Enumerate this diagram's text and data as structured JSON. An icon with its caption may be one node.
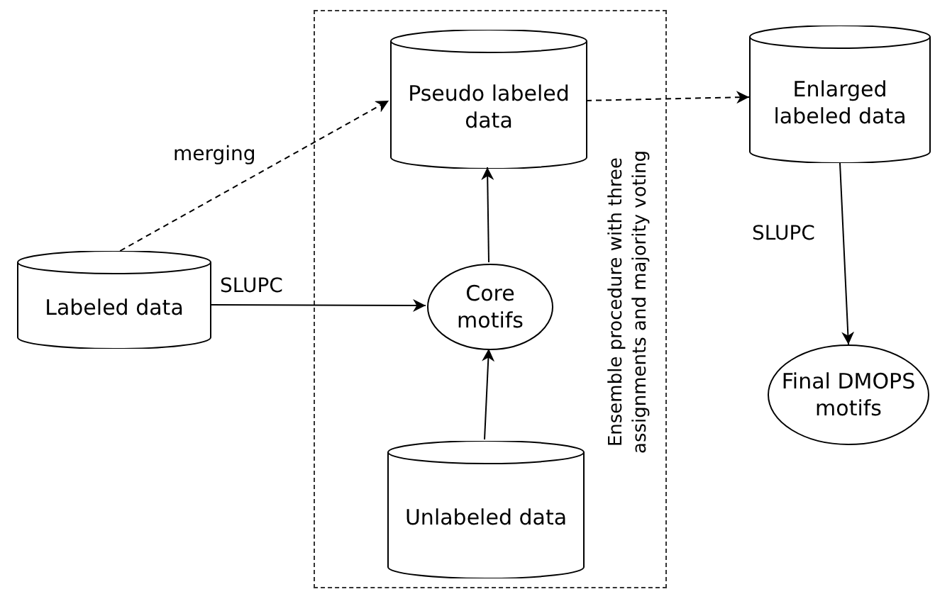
{
  "diagram": {
    "nodes": [
      {
        "text": [
          "Labeled data"
        ]
      },
      {
        "text": [
          "Ensemble procedure with three assignments and majority voting"
        ]
      },
      {
        "text": [
          "Pseudo labeled data"
        ],
        "in": 1
      },
      {
        "text": [
          "Core motifs"
        ],
        "in": 1
      },
      {
        "text": [
          "Unlabeled data"
        ],
        "in": 1
      },
      {
        "text": [
          "Enlarged labeled data"
        ]
      },
      {
        "text": [
          "Final DMOPS motifs"
        ]
      }
    ],
    "edges": [
      {
        "from": 0,
        "to": 2,
        "arrow": "to",
        "label": "merging",
        "style": "dashed"
      },
      {
        "from": 0,
        "to": 3,
        "arrow": "to",
        "label": "SLUPC"
      },
      {
        "from": 4,
        "to": 3,
        "arrow": "to"
      },
      {
        "from": 3,
        "to": 2,
        "arrow": "to"
      },
      {
        "from": 2,
        "to": 5,
        "arrow": "to",
        "style": "dashed"
      },
      {
        "from": 5,
        "to": 6,
        "arrow": "to",
        "label": "SLUPC"
      }
    ]
  }
}
